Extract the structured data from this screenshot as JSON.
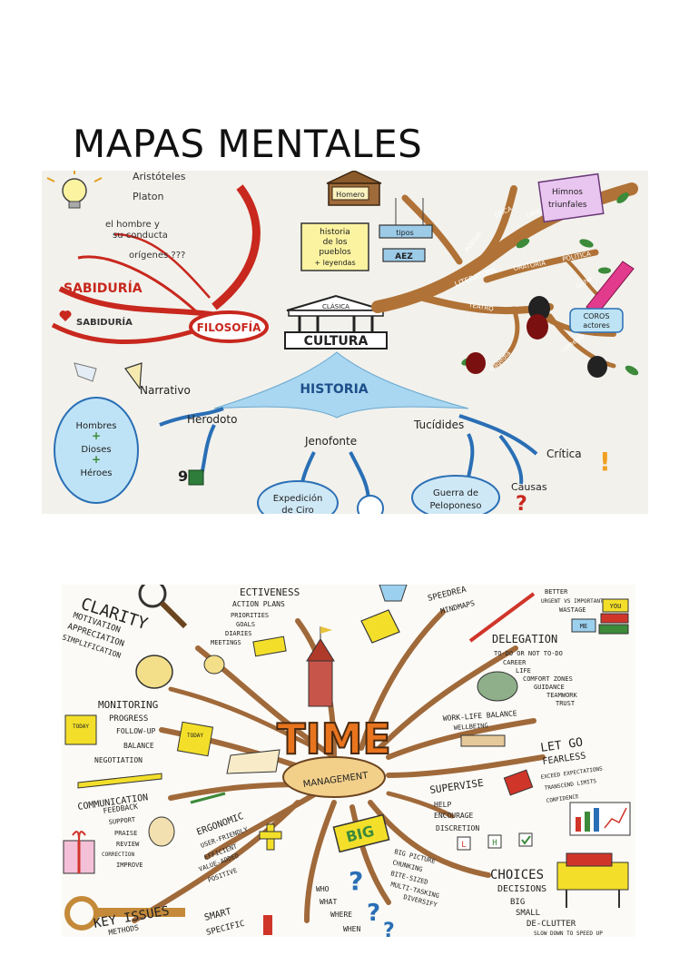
{
  "page": {
    "title": "MAPAS MENTALES"
  },
  "map_1": {
    "labels": {
      "aristoteles": "Aristóteles",
      "platon": "Platon",
      "hombre": "el hombre y",
      "conducta": "su conducta",
      "origenes": "orígenes ???",
      "sabiduria_red": "SABIDURÍA",
      "sabiduria_heart": "SABIDURÍA",
      "filosofia": "FILOSOFÍA",
      "clasica": "CLÁSICA",
      "cultura": "CULTURA",
      "historia": "HISTORIA",
      "homero": "Homero",
      "historia_pueblos_1": "historia",
      "historia_pueblos_2": "de los",
      "historia_pueblos_3": "pueblos",
      "historia_pueblos_4": "+ leyendas",
      "tipos": "tipos",
      "aez": "AEZ",
      "literatura": "LITERATURA",
      "epica": "EPICA",
      "lirica": "LIRICA",
      "poesia": "POESIA",
      "oratoria": "ORATORIA",
      "politica": "POLITICA",
      "teatro": "TEATRO",
      "lucha": "lucha",
      "coros_1": "COROS",
      "coros_2": "actores",
      "tragedia": "tragedia",
      "comedia": "comedia",
      "himnos_1": "Himnos",
      "himnos_2": "triunfales",
      "narrativo": "Narrativo",
      "herodoto": "Herodoto",
      "jenofonte": "Jenofonte",
      "tucidides": "Tucídides",
      "critica": "Crítica",
      "causas": "Causas",
      "hombres": "Hombres",
      "dioses": "Dioses",
      "heroes": "Héroes",
      "plus": "+",
      "expedicion_1": "Expedición",
      "expedicion_2": "de Ciro",
      "guerra_1": "Guerra de",
      "guerra_2": "Peloponeso",
      "nine": "9",
      "exclaim": "!",
      "question": "?"
    },
    "colors": {
      "red": "#c8281e",
      "blue": "#2a6fb5",
      "brown": "#9a5a2a",
      "light_blue": "#a9d6f0",
      "green": "#3c8a3a"
    }
  },
  "map_2": {
    "labels": {
      "effectiveness": "ECTIVENESS",
      "action_plans": "ACTION PLANS",
      "priorities": "PRIORITIES",
      "goals": "GOALS",
      "diaries": "DIARIES",
      "meetings": "MEETINGS",
      "clarity": "CLARITY",
      "motivation": "MOTIVATION",
      "appreciation": "APPRECIATION",
      "simplification": "SIMPLIFICATION",
      "speedreading": "SPEEDREA",
      "mindmaps": "MINDMAPS",
      "better": "BETTER",
      "urgent": "URGENT VS IMPORTANT",
      "wastage": "WASTAGE",
      "you": "YOU",
      "me": "ME",
      "delegation": "DELEGATION",
      "todo": "TO-DO OR NOT TO-DO",
      "career": "CAREER",
      "life": "LIFE",
      "comfort": "COMFORT ZONES",
      "guidance": "GUIDANCE",
      "teamwork": "TEAMWORK",
      "trust": "TRUST",
      "monitoring": "MONITORING",
      "progress": "PROGRESS",
      "follow_up": "FOLLOW-UP",
      "balance": "BALANCE",
      "negotiation": "NEGOTIATION",
      "today_1": "TODAY",
      "today_2": "TODAY",
      "work_life": "WORK-LIFE BALANCE",
      "wellbeing": "WELLBEING",
      "let_go": "LET GO",
      "fearless": "FEARLESS",
      "exceed": "EXCEED EXPECTATIONS",
      "transcend": "TRANSCEND LIMITS",
      "confidence": "CONFIDENCE",
      "time": "TIME",
      "management": "MANAGEMENT",
      "communication": "COMMUNICATION",
      "feedback": "FEEDBACK",
      "support": "SUPPORT",
      "praise": "PRAISE",
      "review": "REVIEW",
      "correction": "CORRECTION",
      "improve": "IMPROVE",
      "supervise": "SUPERVISE",
      "help": "HELP",
      "encourage": "ENCOURAGE",
      "discretion": "DISCRETION",
      "lhv_l": "L",
      "lhv_h": "H",
      "ergonomic": "ERGONOMIC",
      "user_friendly": "USER-FRIENDLY",
      "efficient": "EFFICIENT",
      "value_added": "VALUE-ADDED",
      "positive": "POSITIVE",
      "big": "BIG",
      "big_picture": "BIG PICTURE",
      "chunking": "CHUNKING",
      "bite_sized": "BITE-SIZED",
      "multi_tasking": "MULTI-TASKING",
      "diversify": "DIVERSIFY",
      "choices": "CHOICES",
      "decisions": "DECISIONS",
      "big_small_1": "BIG",
      "small": "SMALL",
      "declutter": "DE-CLUTTER",
      "slow_down": "SLOW DOWN TO SPEED UP",
      "who": "WHO",
      "what": "WHAT",
      "where": "WHERE",
      "when": "WHEN",
      "key_issues": "KEY ISSUES",
      "methods": "METHODS",
      "smart": "SMART",
      "specific": "SPECIFIC"
    },
    "colors": {
      "branch": "#a0693a",
      "orange": "#e8741e",
      "yellow": "#f3df2a",
      "ink": "#222222",
      "red": "#d0352a"
    }
  }
}
